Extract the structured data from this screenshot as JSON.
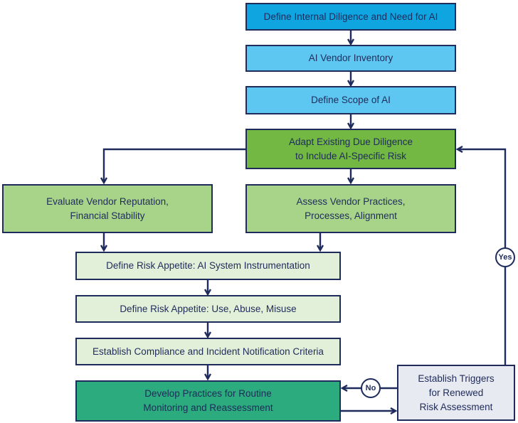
{
  "nodes": {
    "n1": "Define Internal Diligence and Need for AI",
    "n2": "AI Vendor Inventory",
    "n3": "Define Scope of AI",
    "n4": "Adapt Existing Due Diligence\nto Include AI-Specific Risk",
    "n5": "Evaluate Vendor Reputation,\nFinancial Stability",
    "n6": "Assess Vendor Practices,\nProcesses, Alignment",
    "n7": "Define Risk Appetite: AI System Instrumentation",
    "n8": "Define Risk Appetite: Use, Abuse, Misuse",
    "n9": "Establish Compliance and Incident Notification Criteria",
    "n10": "Develop Practices for Routine\nMonitoring and Reassessment",
    "n11": "Establish Triggers\nfor Renewed\nRisk Assessment"
  },
  "edge_labels": {
    "yes": "Yes",
    "no": "No"
  },
  "colors": {
    "line": "#1f2b5b",
    "blue_dark": "#0ea5e0",
    "blue": "#5ec7f1",
    "green_dark": "#72b843",
    "green": "#a8d48a",
    "green_pale": "#e3f0d9",
    "teal": "#2bab7e",
    "grey": "#e7eaf0"
  }
}
